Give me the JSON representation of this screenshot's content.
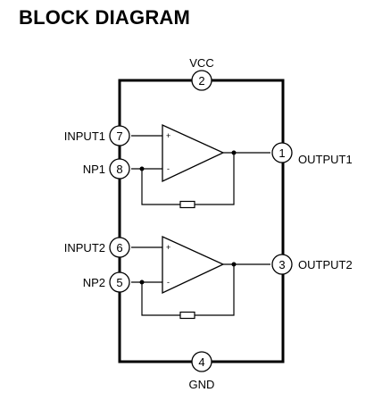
{
  "title": "BLOCK DIAGRAM",
  "pins": {
    "vcc": {
      "number": "2",
      "label": "VCC"
    },
    "gnd": {
      "number": "4",
      "label": "GND"
    },
    "input1": {
      "number": "7",
      "label": "INPUT1"
    },
    "np1": {
      "number": "8",
      "label": "NP1"
    },
    "output1": {
      "number": "1",
      "label": "OUTPUT1"
    },
    "input2": {
      "number": "6",
      "label": "INPUT2"
    },
    "np2": {
      "number": "5",
      "label": "NP2"
    },
    "output2": {
      "number": "3",
      "label": "OUTPUT2"
    }
  },
  "amplifiers": [
    {
      "plus": "+",
      "minus": "-"
    },
    {
      "plus": "+",
      "minus": "-"
    }
  ]
}
